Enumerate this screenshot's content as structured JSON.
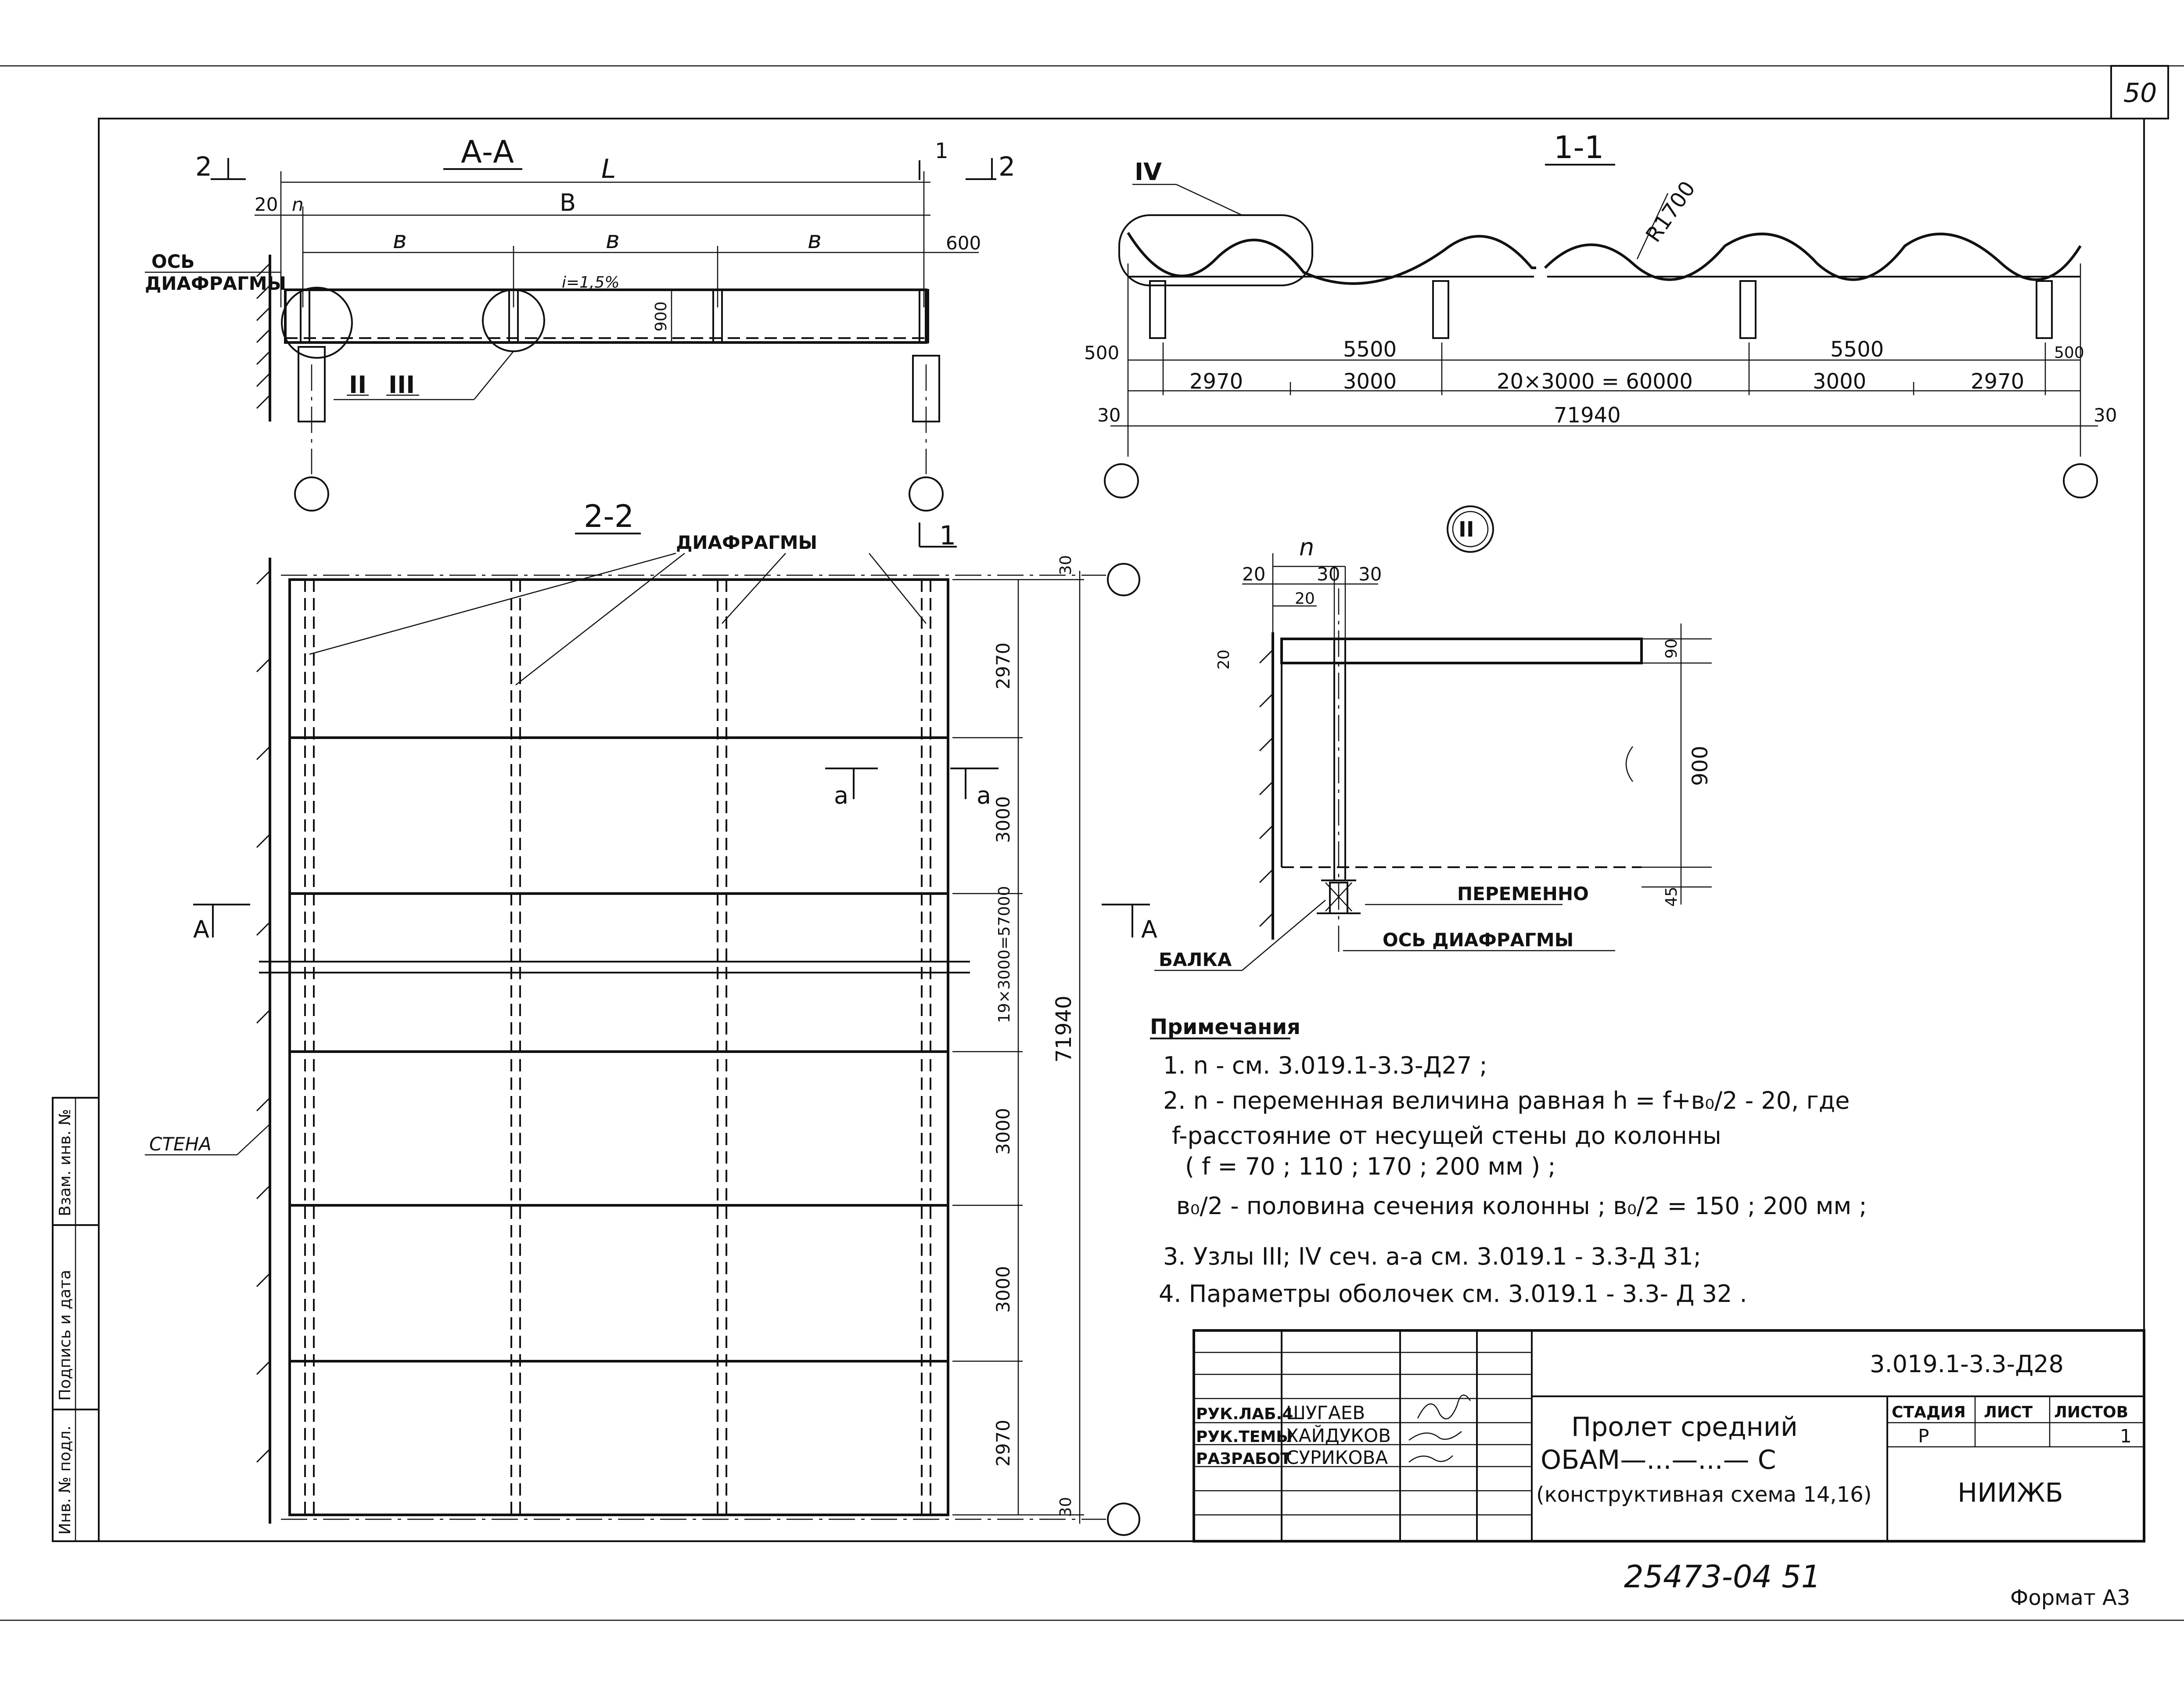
{
  "sheet": {
    "page_number": "50",
    "stamp_number": "25473-04  51",
    "format_label": "Формат А3"
  },
  "section_aa": {
    "title": "А-А",
    "marker_2": "2",
    "marker_1": "1",
    "dim_L": "L",
    "dim_B": "В",
    "dim_b": "в",
    "dim_20": "20",
    "dim_n": "n",
    "dim_600": "600",
    "dim_900": "900",
    "slope": "i=1,5%",
    "axis_label_1": "ОСЬ",
    "axis_label_2": "ДИАФРАГМЫ",
    "node_2": "II",
    "node_3": "III"
  },
  "section_11": {
    "title": "1-1",
    "node_4": "IV",
    "radius": "R1700",
    "dim_500": "500",
    "dim_5500": "5500",
    "dim_2970": "2970",
    "dim_3000": "3000",
    "dim_mid": "20×3000 = 60000",
    "dim_total": "71940",
    "dim_30": "30"
  },
  "section_22": {
    "title": "2-2",
    "marker_1": "1",
    "diaphragms": "ДИАФРАГМЫ",
    "wall": "СТЕНА",
    "cut_a": "а",
    "cut_A": "А",
    "dim_30": "30",
    "dim_2970": "2970",
    "dim_3000": "3000",
    "dim_mid": "19×3000=57000",
    "dim_total": "71940"
  },
  "node_detail": {
    "title": "II",
    "dim_n": "n",
    "dim_20": "20",
    "dim_30": "30",
    "dim_90": "90",
    "dim_900": "900",
    "dim_45": "45",
    "label_var": "ПЕРЕМЕННО",
    "label_beam": "БАЛКА",
    "label_axis": "ОСЬ ДИАФРАГМЫ"
  },
  "notes": {
    "heading": "Примечания",
    "lines": [
      "1. n - см. 3.019.1-3.3-Д27 ;",
      "2. n - переменная величина равная h = f+в₀/2 - 20, где",
      "f-расстояние от несущей стены до колонны",
      "( f = 70 ; 110 ; 170 ; 200 мм ) ;",
      "в₀/2 - половина сечения колонны ;  в₀/2 = 150 ; 200 мм ;",
      "3. Узлы III; IV сеч. а-а см. 3.019.1 - 3.3-Д 31;",
      "4. Параметры оболочек см. 3.019.1 - 3.3- Д 32 ."
    ]
  },
  "title_block": {
    "doc_code": "3.019.1-3.3-Д28",
    "roles": [
      "РУК.ЛАБ.4",
      "РУК.ТЕМЫ",
      "РАЗРАБОТ"
    ],
    "names": [
      "ШУГАЕВ",
      "ХАЙДУКОВ",
      "СУРИКОВА"
    ],
    "title_line1": "Пролет средний",
    "title_line2": "ОБАМ—...—...— С",
    "title_line3": "(конструктивная схема 14,16)",
    "stage_header": "СТАДИЯ",
    "sheet_header": "ЛИСТ",
    "sheets_header": "ЛИСТОВ",
    "stage_value": "Р",
    "sheets_value": "1",
    "org": "НИИЖБ"
  },
  "side_stamp": {
    "fields": [
      "Инв. № подл.",
      "Подпись и дата",
      "Взам. инв. №"
    ]
  }
}
